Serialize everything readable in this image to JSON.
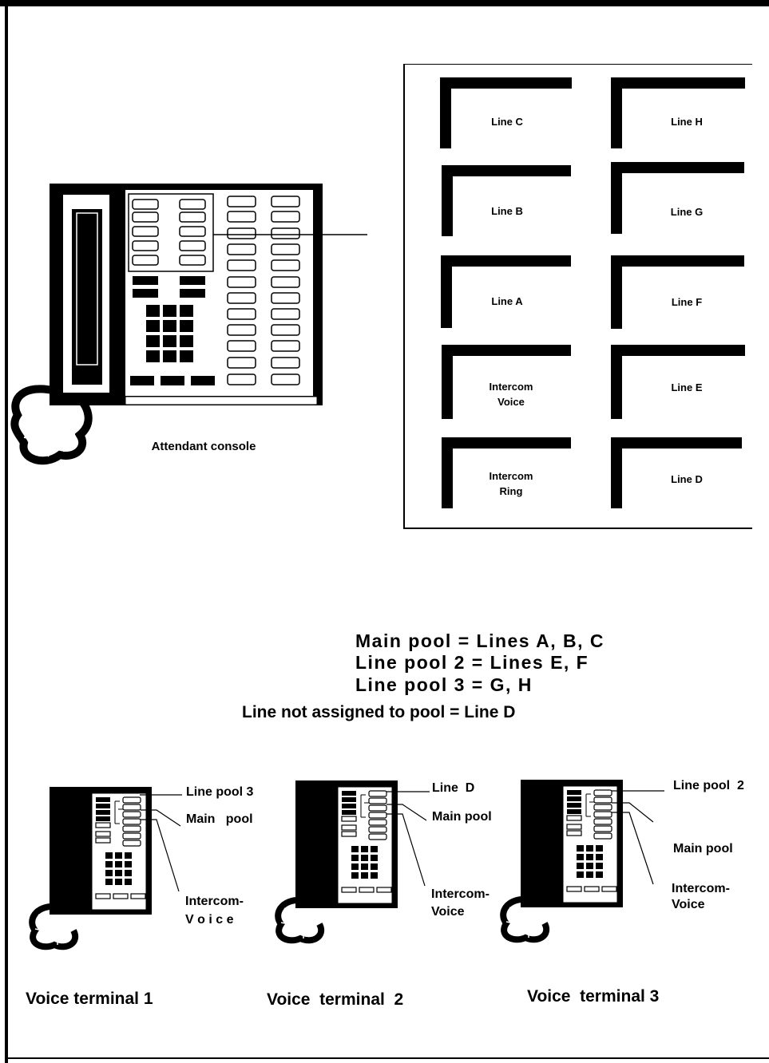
{
  "console_label": "Attendant console",
  "line_buttons": [
    {
      "left": "Line C",
      "right": "Line  H"
    },
    {
      "left": "Line B",
      "right": "Line G"
    },
    {
      "left": "Line A",
      "right": "Line  F"
    },
    {
      "left": "Intercom\nVoice",
      "right": "Line E"
    },
    {
      "left": "Intercom\nRing",
      "right": "Line D"
    }
  ],
  "pools": {
    "main": "Main  pool  =  Lines  A,  B,  C",
    "pool2": "Line  pool  2  =  Lines  E,  F",
    "pool3": "Line  pool  3  =  G,  H",
    "unassigned": "Line not assigned to pool = Line D"
  },
  "terminals": [
    {
      "caption": "Voice terminal 1",
      "labels": [
        "Line pool 3",
        "Main   pool",
        "Intercom-\nV o i c e"
      ]
    },
    {
      "caption": "Voice  terminal  2",
      "labels": [
        "Line  D",
        "Main pool",
        "Intercom-\nVoice"
      ]
    },
    {
      "caption": "Voice  terminal 3",
      "labels": [
        "Line pool  2",
        "Main pool",
        "Intercom-\nVoice"
      ]
    }
  ]
}
